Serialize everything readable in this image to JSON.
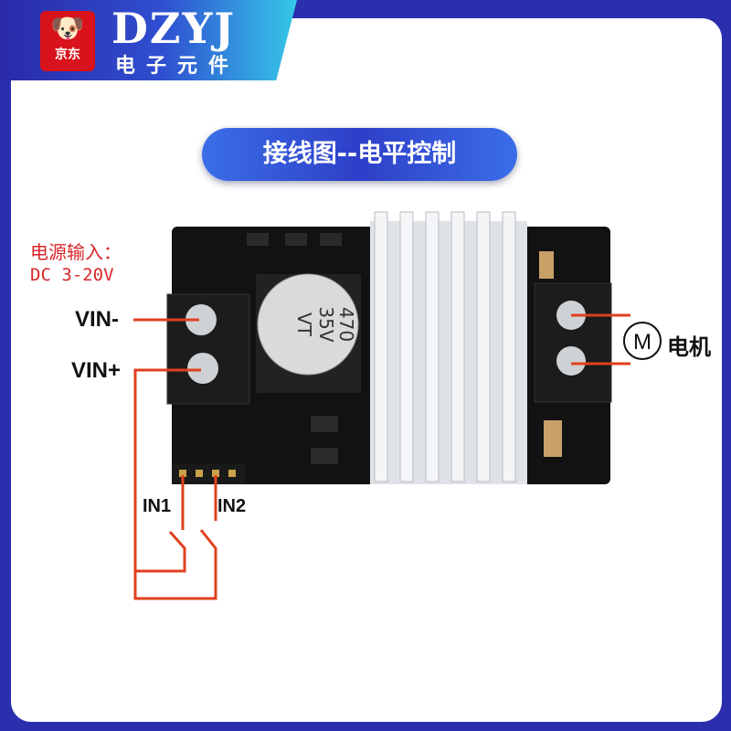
{
  "brand": {
    "name": "DZYJ",
    "subtitle": "电子元件",
    "logo_text": "京东"
  },
  "title": "接线图--电平控制",
  "power": {
    "label": "电源输入：",
    "range": "DC 3-20V"
  },
  "terminals": {
    "vin_neg": "VIN-",
    "vin_pos": "VIN+"
  },
  "inputs": {
    "in1": "IN1",
    "in2": "IN2"
  },
  "motor": {
    "symbol": "M",
    "label": "电机"
  },
  "capacitor": {
    "line1": "470",
    "line2": "35V",
    "line3": "VT"
  },
  "colors": {
    "frame": "#2b2fae",
    "wire": "#e0401e",
    "board": "#111111"
  }
}
